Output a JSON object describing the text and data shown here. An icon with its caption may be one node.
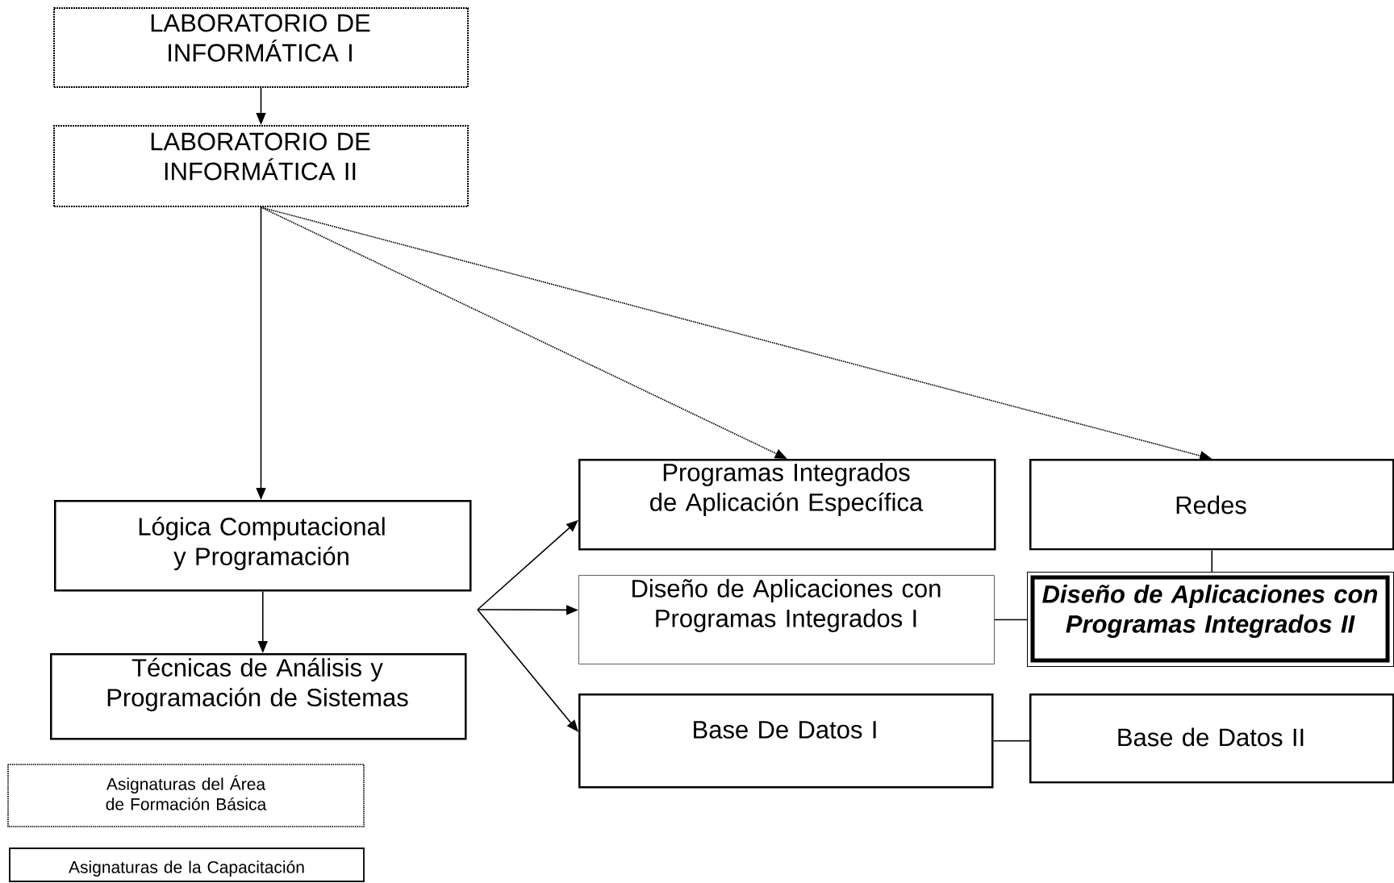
{
  "diagram": {
    "nodes": [
      {
        "text": [
          "LABORATORIO DE INFORMÁTICA I"
        ]
      },
      {
        "text": [
          "LABORATORIO DE INFORMÁTICA II"
        ]
      },
      {
        "text": [
          "Lógica Computacional y Programación"
        ]
      },
      {
        "text": [
          "Técnicas de Análisis y Programación de Sistemas"
        ]
      },
      {
        "text": [
          "Programas Integrados de Aplicación Específica"
        ]
      },
      {
        "text": [
          "Redes"
        ]
      },
      {
        "text": [
          "Diseño de Aplicaciones con Programas Integrados I"
        ]
      },
      {
        "text": [
          "Diseño de Aplicaciones con Programas Integrados II"
        ]
      },
      {
        "text": [
          "Base De Datos I"
        ]
      },
      {
        "text": [
          "Base de Datos II"
        ]
      }
    ],
    "edges": [
      {
        "from": 0,
        "to": 1,
        "arrow": "to"
      },
      {
        "from": 1,
        "to": 2,
        "arrow": "to"
      },
      {
        "from": 1,
        "to": 4,
        "arrow": "to",
        "style": "dashed"
      },
      {
        "from": 1,
        "to": 5,
        "arrow": "to",
        "style": "dashed"
      },
      {
        "from": 2,
        "to": 3,
        "arrow": "to"
      },
      {
        "from": null,
        "to": 4,
        "arrow": "to"
      },
      {
        "from": null,
        "to": 6,
        "arrow": "to"
      },
      {
        "from": null,
        "to": 8,
        "arrow": "to"
      },
      {
        "from": 5,
        "to": 7,
        "arrow": "none"
      },
      {
        "from": 6,
        "to": 7,
        "arrow": "none"
      },
      {
        "from": 8,
        "to": 9,
        "arrow": "none"
      }
    ],
    "legend": [
      {
        "text": "Asignaturas del Área de Formación Básica"
      },
      {
        "text": "Asignaturas de la Capacitación"
      }
    ]
  }
}
